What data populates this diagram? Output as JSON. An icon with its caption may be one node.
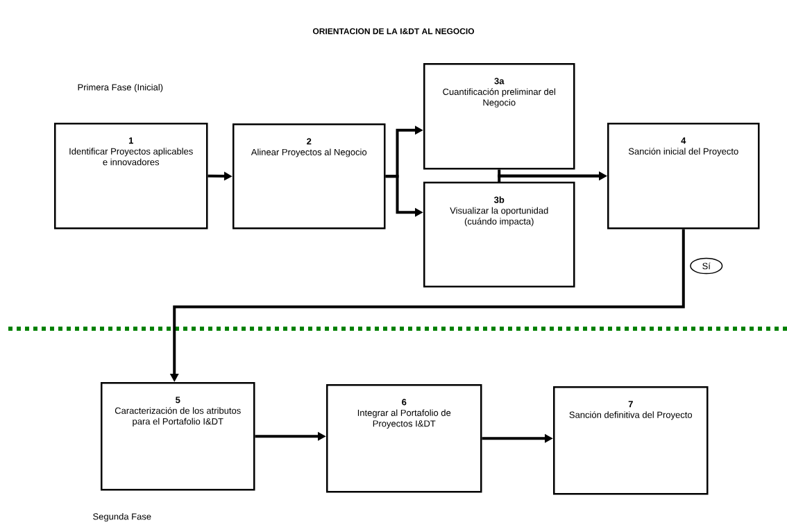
{
  "diagram": {
    "title": "ORIENTACION DE LA I&DT AL NEGOCIO",
    "nodes": [
      {
        "text": [
          "1",
          "Identificar Proyectos aplicables e innovadores"
        ]
      },
      {
        "text": [
          "2",
          "Alinear Proyectos al Negocio"
        ]
      },
      {
        "text": [
          "3a",
          "Cuantificación preliminar del Negocio"
        ]
      },
      {
        "text": [
          "3b",
          "Visualizar la oportunidad (cuándo impacta)"
        ]
      },
      {
        "text": [
          "4",
          "Sanción inicial del Proyecto"
        ]
      },
      {
        "text": [
          "5",
          "Caracterización de los atributos para el Portafolio I&DT"
        ]
      },
      {
        "text": [
          "6",
          "Integrar al Portafolio de Proyectos I&DT"
        ]
      },
      {
        "text": [
          "7",
          "Sanción definitiva del Proyecto"
        ]
      }
    ],
    "edges": [
      {
        "from": 0,
        "to": 1,
        "arrow": "to"
      },
      {
        "from": 1,
        "to": 2,
        "arrow": "to"
      },
      {
        "from": 1,
        "to": 3,
        "arrow": "to"
      },
      {
        "from": 2,
        "to": 4,
        "arrow": "to"
      },
      {
        "from": 3,
        "to": 4,
        "arrow": "to"
      },
      {
        "from": 4,
        "to": 5,
        "arrow": "to",
        "label": "Sí"
      },
      {
        "from": 5,
        "to": 6,
        "arrow": "to"
      },
      {
        "from": 6,
        "to": 7,
        "arrow": "to"
      }
    ],
    "labels": [
      "Primera Fase (Inicial)",
      "Segunda Fase"
    ]
  }
}
